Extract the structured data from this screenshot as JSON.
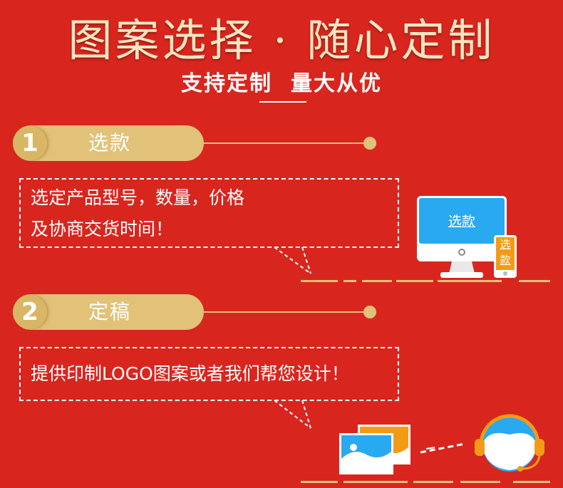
{
  "header": {
    "title": "图案选择 · 随心定制",
    "subtitle_left": "支持定制",
    "subtitle_right": "量大从优"
  },
  "steps": [
    {
      "number": "1",
      "label": "选款",
      "description_lines": [
        "选定产品型号，数量，价格",
        "及协商交货时间！"
      ],
      "illustration": {
        "screen_label": "选款",
        "phone_label_lines": [
          "选",
          "款"
        ],
        "icons": [
          "desktop-monitor-icon",
          "phone-icon"
        ]
      }
    },
    {
      "number": "2",
      "label": "定稿",
      "description": "提供印制LOGO图案或者我们帮您设计！",
      "illustration": {
        "icons": [
          "image-files-icon",
          "customer-service-headset-icon"
        ]
      }
    }
  ],
  "colors": {
    "background": "#d8261f",
    "gold": "#e1c278",
    "title": "#f7e6c2",
    "screen_blue": "#29a9ef",
    "orange": "#f39b16"
  }
}
